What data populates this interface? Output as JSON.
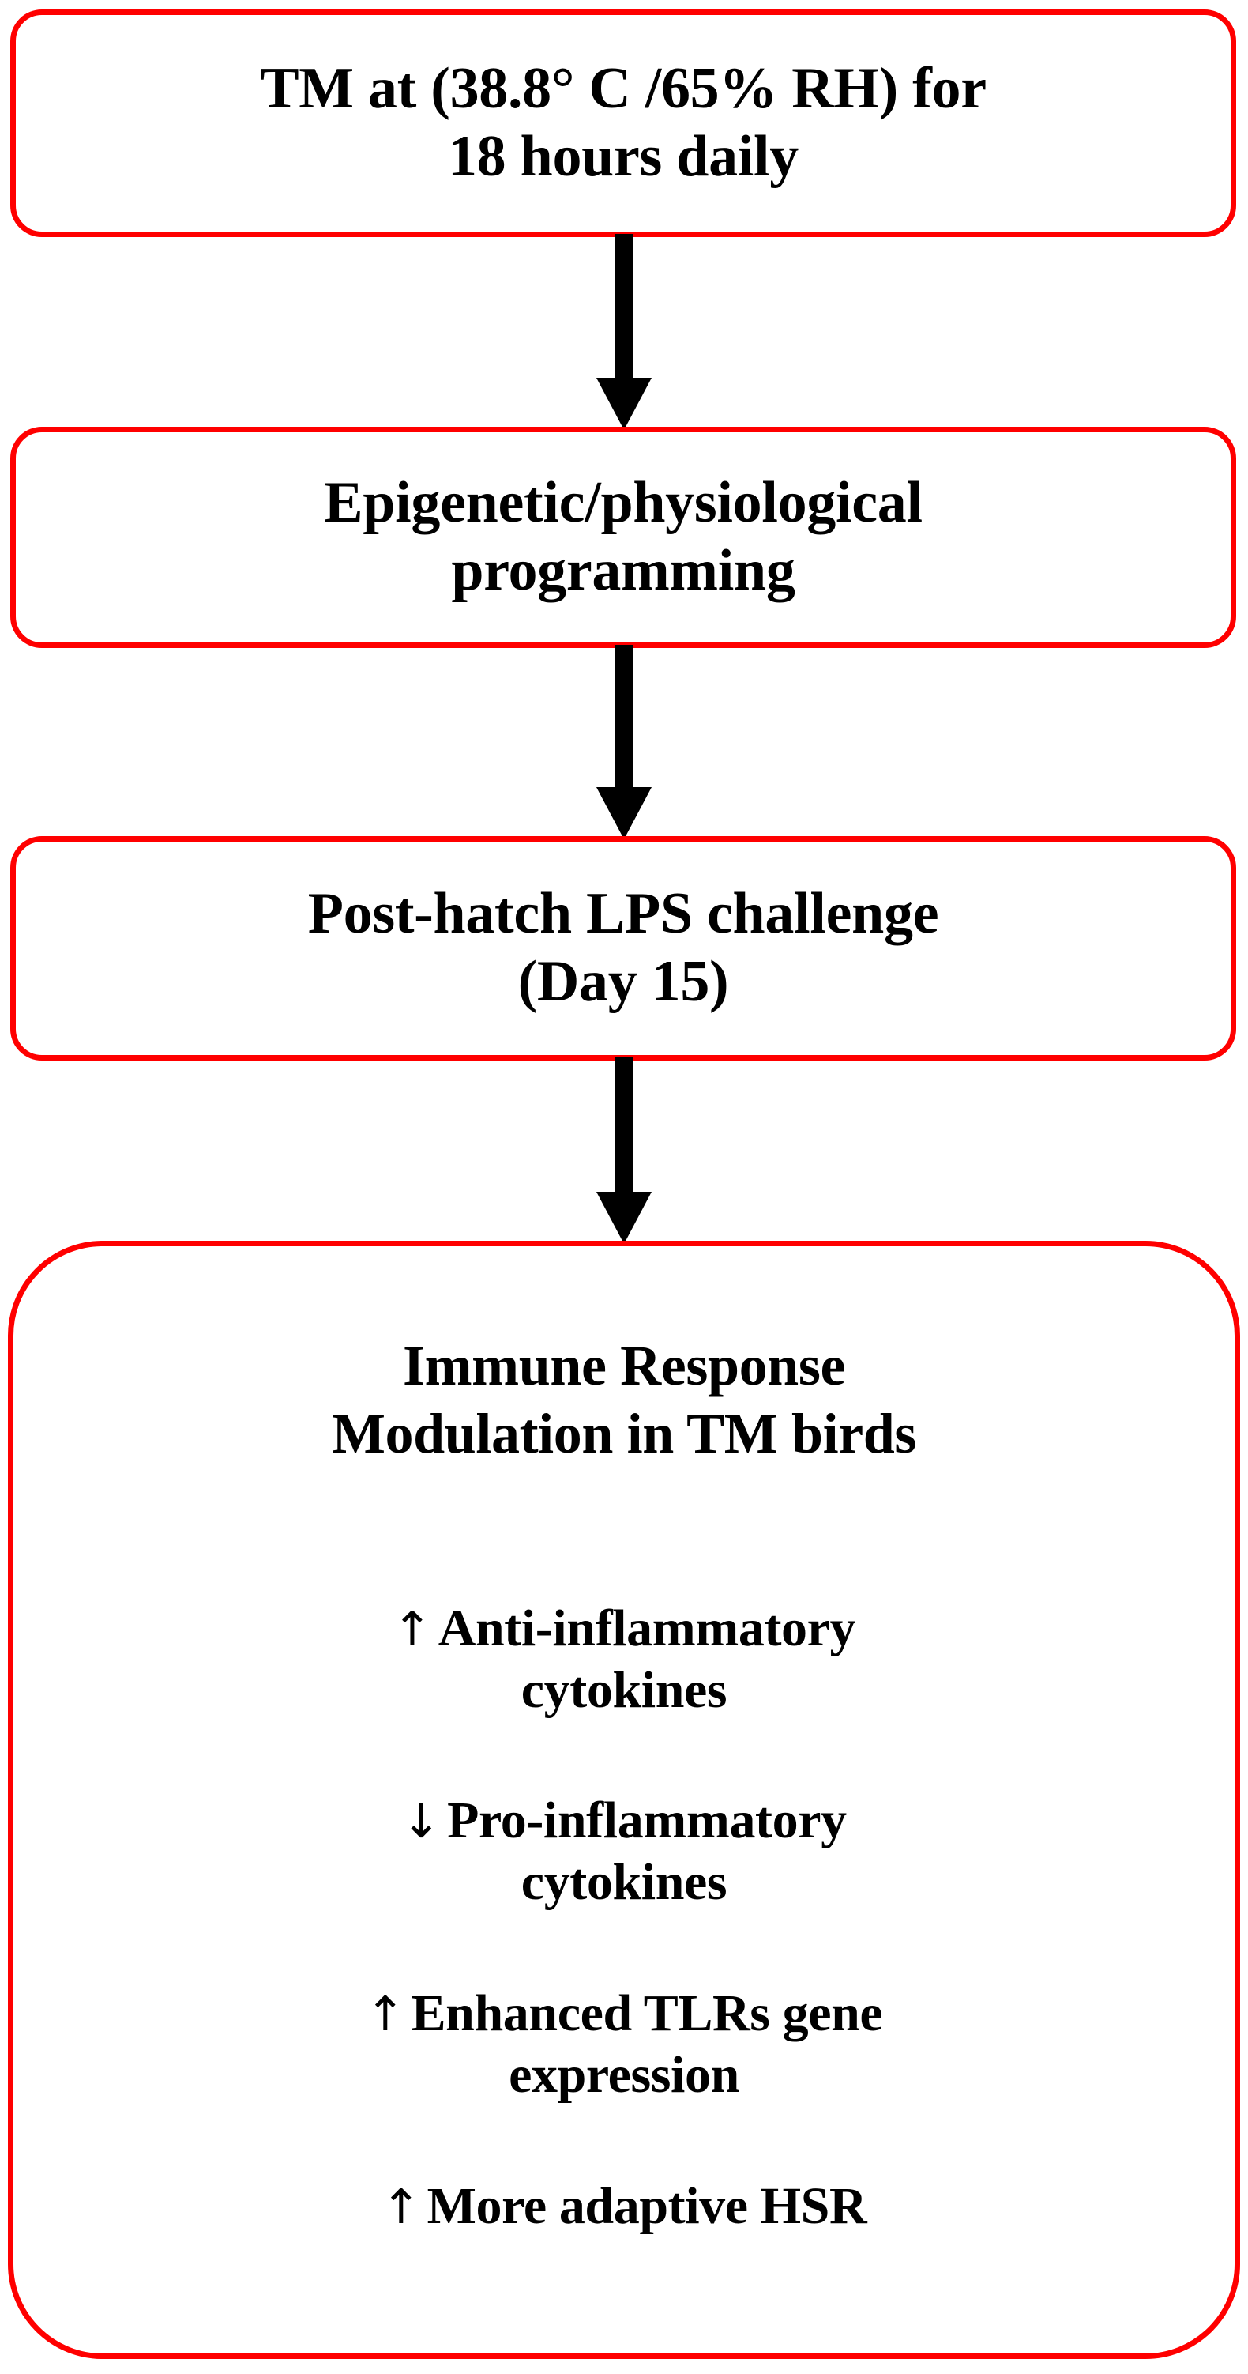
{
  "diagram": {
    "title": "Thermal manipulation immune response flowchart",
    "accent_color": "#ff0000",
    "text_color": "#000000",
    "background_color": "#ffffff",
    "nodes": [
      {
        "id": "tm-exposure",
        "text": "TM at (38.8°  C /65% RH) for\n18 hours daily"
      },
      {
        "id": "programming",
        "text": "Epigenetic/physiological\nprogramming"
      },
      {
        "id": "lps-challenge",
        "text": "Post-hatch LPS challenge\n(Day 15)"
      }
    ],
    "outcome": {
      "id": "immune-outcome",
      "title": "Immune Response\nModulation in TM birds",
      "items": [
        {
          "arrow": "↑",
          "text": "Anti-inflammatory\ncytokines"
        },
        {
          "arrow": "↓",
          "text": "Pro-inflammatory\ncytokines"
        },
        {
          "arrow": "↑",
          "text": "Enhanced TLRs gene\nexpression"
        },
        {
          "arrow": "↑",
          "text": "More adaptive HSR"
        }
      ]
    },
    "connectors": [
      {
        "id": "connector-1",
        "from": "tm-exposure",
        "to": "programming"
      },
      {
        "id": "connector-2",
        "from": "programming",
        "to": "lps-challenge"
      },
      {
        "id": "connector-3",
        "from": "lps-challenge",
        "to": "immune-outcome"
      }
    ]
  }
}
